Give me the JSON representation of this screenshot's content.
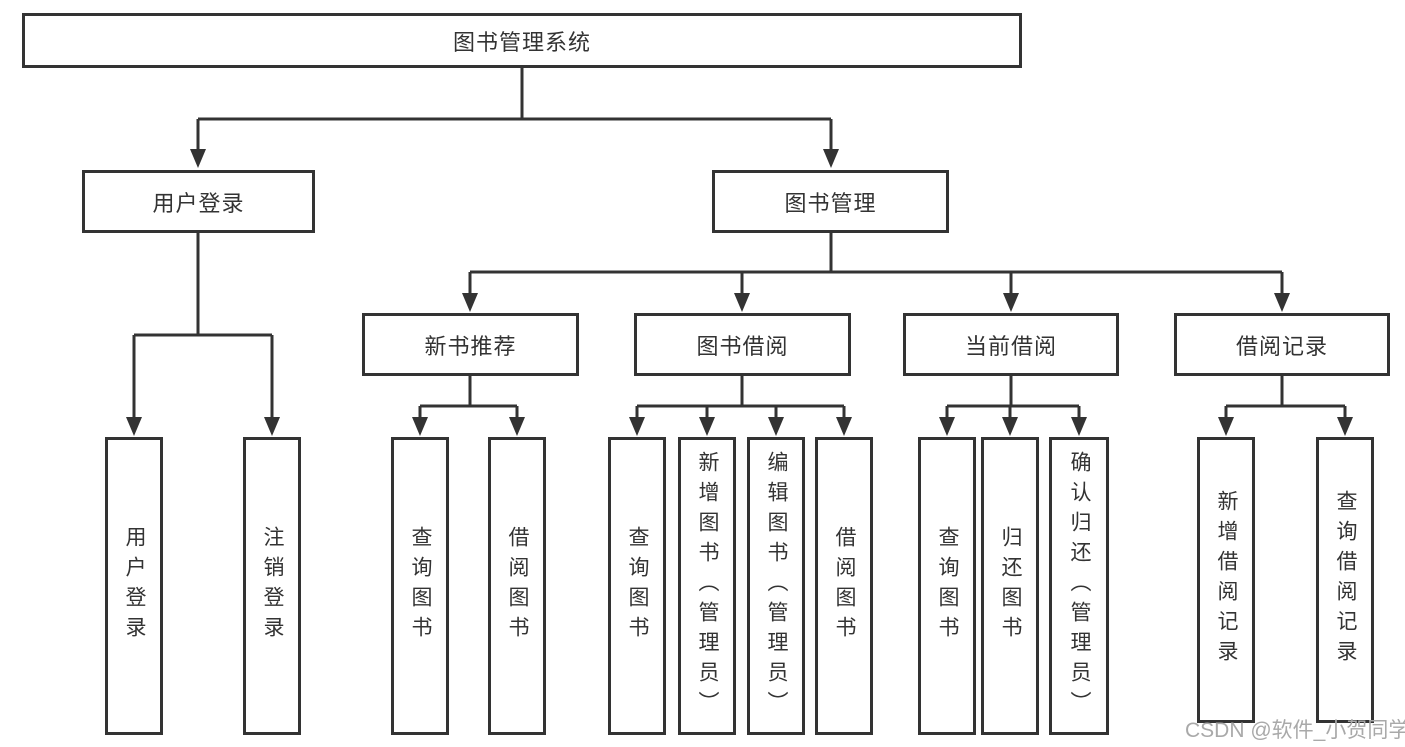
{
  "diagram": {
    "title": "图书管理系统",
    "root": {
      "label": "图书管理系统"
    },
    "level2": [
      {
        "label": "用户登录"
      },
      {
        "label": "图书管理"
      }
    ],
    "level3": [
      {
        "label": "新书推荐"
      },
      {
        "label": "图书借阅"
      },
      {
        "label": "当前借阅"
      },
      {
        "label": "借阅记录"
      }
    ],
    "leaves": [
      {
        "label": "用户登录",
        "parent": "用户登录"
      },
      {
        "label": "注销登录",
        "parent": "用户登录"
      },
      {
        "label": "查询图书",
        "parent": "新书推荐"
      },
      {
        "label": "借阅图书",
        "parent": "新书推荐"
      },
      {
        "label": "查询图书",
        "parent": "图书借阅"
      },
      {
        "label": "新增图书（管理员）",
        "parent": "图书借阅"
      },
      {
        "label": "编辑图书（管理员）",
        "parent": "图书借阅"
      },
      {
        "label": "借阅图书",
        "parent": "图书借阅"
      },
      {
        "label": "查询图书",
        "parent": "当前借阅"
      },
      {
        "label": "归还图书",
        "parent": "当前借阅"
      },
      {
        "label": "确认归还（管理员）",
        "parent": "当前借阅"
      },
      {
        "label": "新增借阅记录",
        "parent": "借阅记录"
      },
      {
        "label": "查询借阅记录",
        "parent": "借阅记录"
      }
    ]
  },
  "watermark": {
    "text": "CSDN @软件_小贺同学"
  },
  "colors": {
    "line": "#333333",
    "text": "#333333",
    "watermark": "#a9a9a9",
    "background": "#ffffff"
  }
}
